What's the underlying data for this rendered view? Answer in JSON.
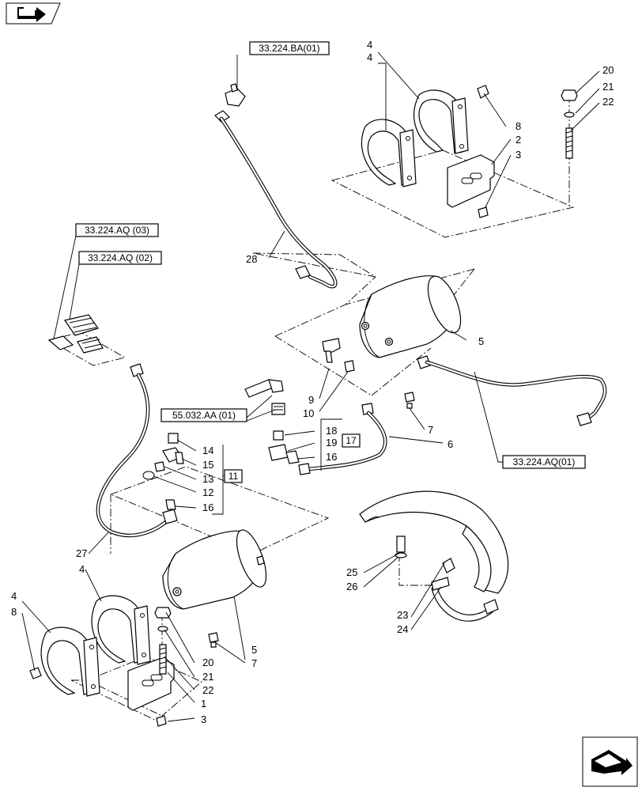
{
  "references": {
    "top_valve": "33.224.BA(01)",
    "left_upper": "33.224.AQ (03)",
    "left_lower": "33.224.AQ (02)",
    "middle": "55.032.AA (01)",
    "right_hose": "33.224.AQ(01)"
  },
  "group_labels": {
    "group_a": "11",
    "group_b": "17"
  },
  "callouts": {
    "c4a": "4",
    "c4b": "4",
    "c8a": "8",
    "c2a": "2",
    "c3a": "3",
    "c20a": "20",
    "c21a": "21",
    "c22a": "22",
    "c28": "28",
    "c5a": "5",
    "c9": "9",
    "c10": "10",
    "c7a": "7",
    "c6": "6",
    "c18": "18",
    "c19": "19",
    "c16a": "16",
    "c14": "14",
    "c15": "15",
    "c13": "13",
    "c12": "12",
    "c16b": "16",
    "c27": "27",
    "c4c": "4",
    "c4d": "4",
    "c8b": "8",
    "c5b": "5",
    "c7b": "7",
    "c20b": "20",
    "c21b": "21",
    "c22b": "22",
    "c1": "1",
    "c3b": "3",
    "c25": "25",
    "c26": "26",
    "c23": "23",
    "c24": "24"
  },
  "icons": {
    "top_left": "previous-page-arrow-icon",
    "bottom_right": "next-page-arrow-icon"
  }
}
